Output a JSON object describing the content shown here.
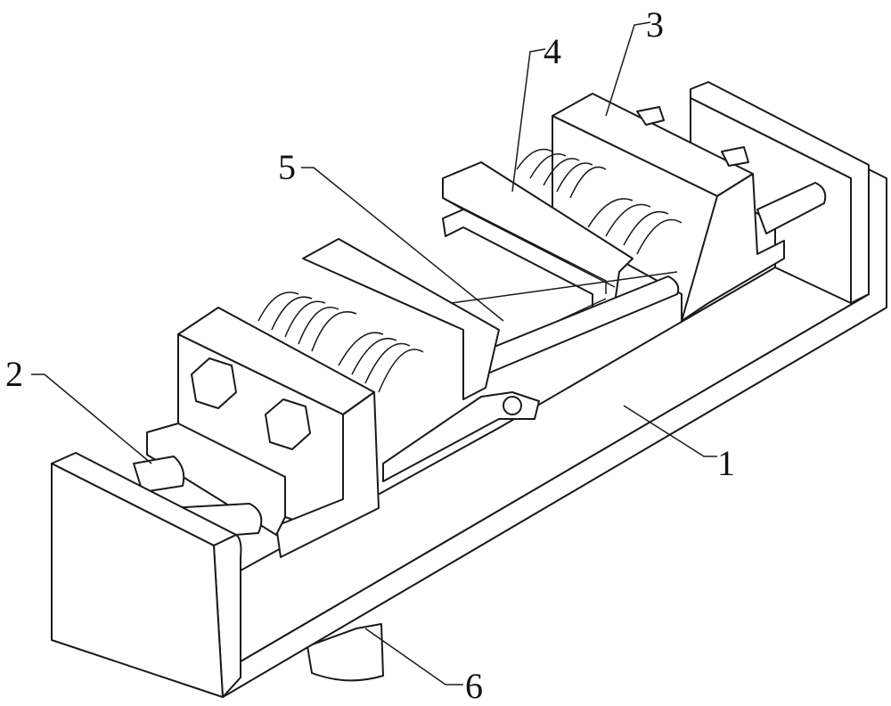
{
  "figure": {
    "labels": [
      {
        "id": "base",
        "text": "1"
      },
      {
        "id": "rod",
        "text": "2"
      },
      {
        "id": "clamp-block",
        "text": "3"
      },
      {
        "id": "jaw",
        "text": "4"
      },
      {
        "id": "linkage",
        "text": "5"
      },
      {
        "id": "foot",
        "text": "6"
      }
    ]
  }
}
